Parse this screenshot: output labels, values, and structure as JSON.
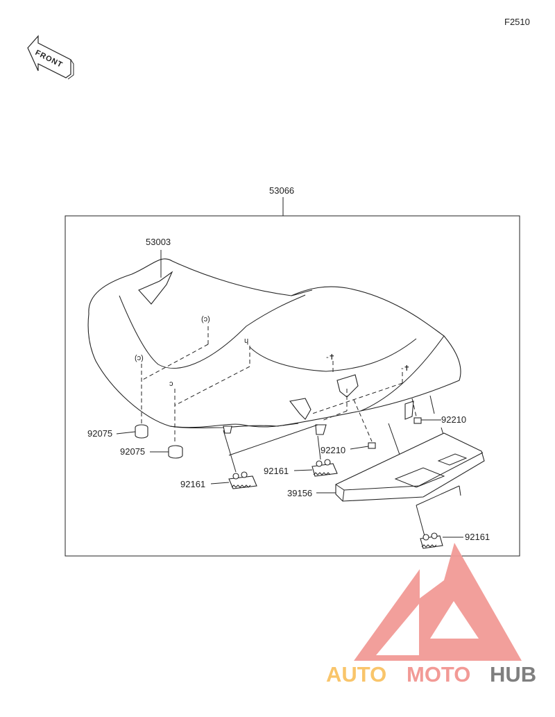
{
  "figure_code": "F2510",
  "front_arrow": {
    "text": "FRONT"
  },
  "assembly": {
    "part_number": "53066"
  },
  "parts": {
    "seat_cover": "53003",
    "damper_left": "92075",
    "damper_lower": "92075",
    "bracket_left": "92161",
    "bracket_center": "92161",
    "bracket_right": "92161",
    "nut_center": "92210",
    "nut_right": "92210",
    "tray": "39156"
  },
  "watermark": {
    "text_auto": "AUTO",
    "text_moto": "MOTO",
    "text_hub": "HUB",
    "colors": {
      "logo": "#f29a96",
      "auto": "#f9c56b",
      "moto": "#f29a96",
      "hub": "#7f7f7f"
    }
  }
}
